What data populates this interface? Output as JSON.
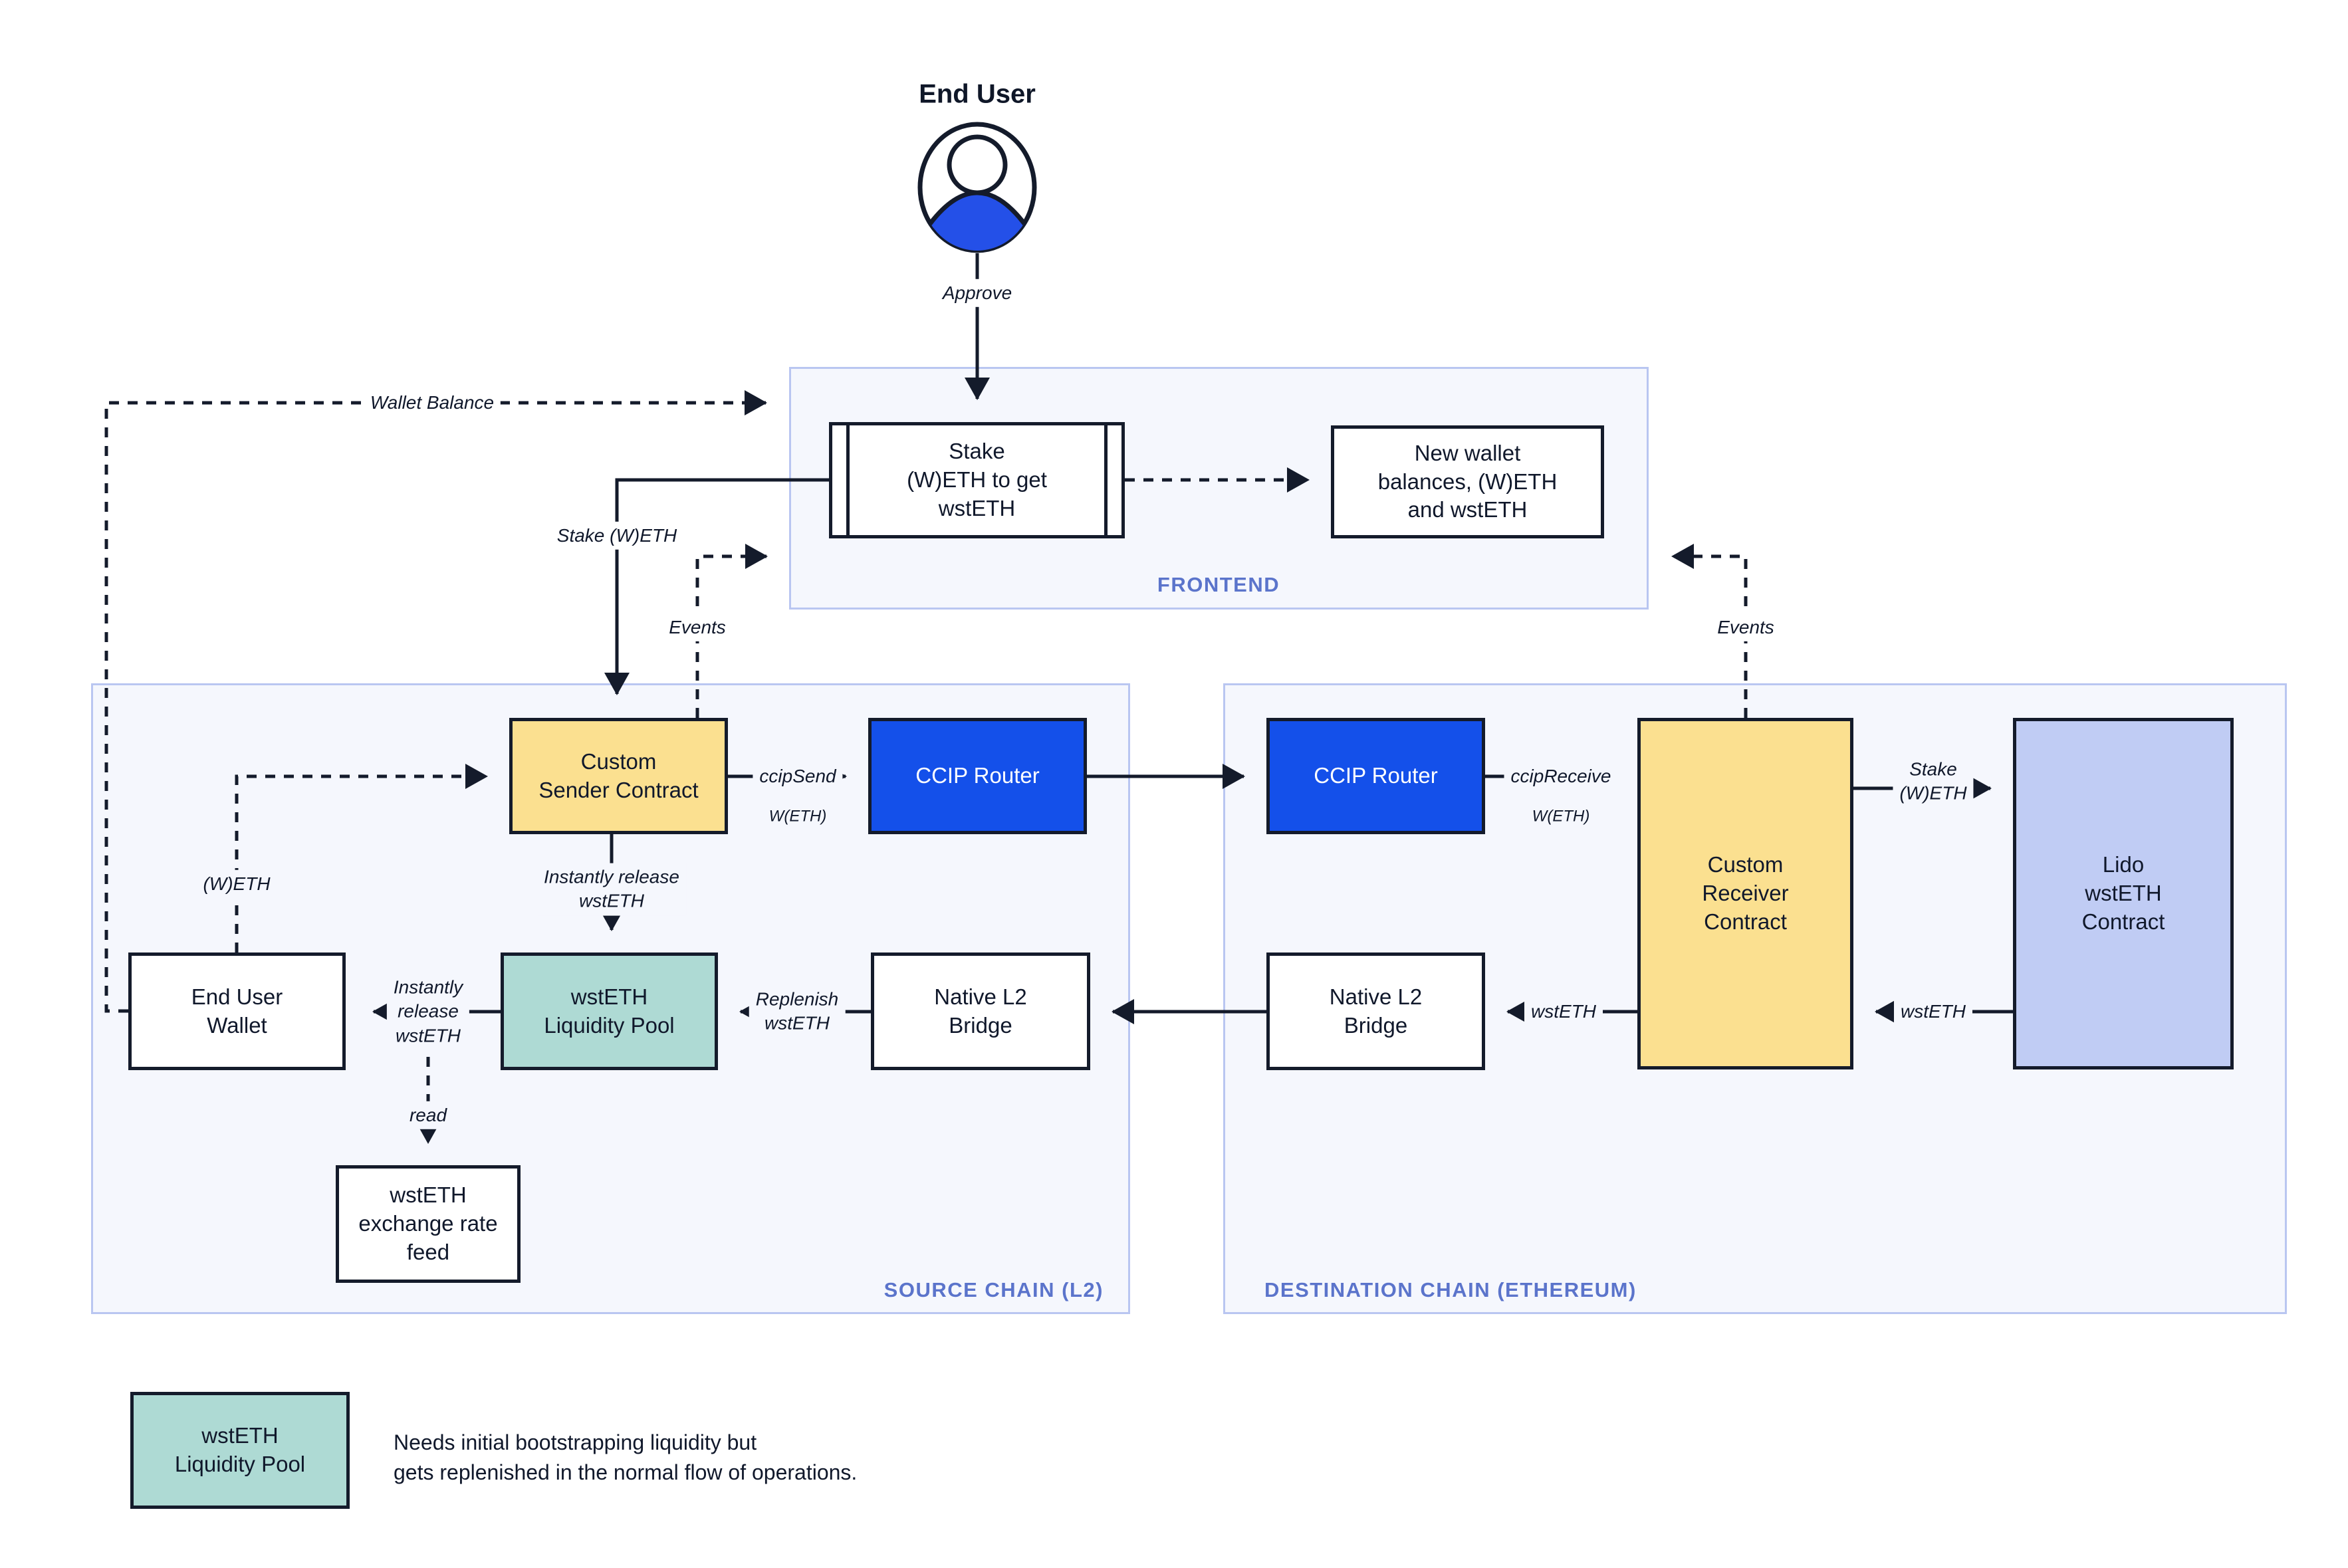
{
  "colors": {
    "background": "#FFFFFF",
    "panel_background": "#F5F7FD",
    "panel_border": "#B9C6F1",
    "panel_label_blue": "#5B74CB",
    "node_border_navy": "#141B2B",
    "node_yellow": "#FBE090",
    "node_blue": "#1450EA",
    "node_teal": "#AEDAD4",
    "node_periwinkle": "#C0CCF4",
    "user_icon_blue": "#2450E8",
    "text_navy": "#10182B"
  },
  "actor": {
    "name": "End User",
    "action": "Approve"
  },
  "frontend": {
    "label": "FRONTEND",
    "stake_box": "Stake\n(W)ETH to get\nwstETH",
    "new_wallet_box": "New wallet\nbalances, (W)ETH\nand wstETH"
  },
  "source_chain": {
    "label": "SOURCE CHAIN (L2)",
    "custom_sender": "Custom\nSender Contract",
    "ccip_router": "CCIP Router",
    "end_user_wallet": "End User\nWallet",
    "liquidity_pool": "wstETH\nLiquidity Pool",
    "native_bridge": "Native L2\nBridge",
    "exchange_rate_feed": "wstETH\nexchange rate\nfeed"
  },
  "destination_chain": {
    "label": "DESTINATION CHAIN (ETHEREUM)",
    "ccip_router": "CCIP Router",
    "custom_receiver": "Custom\nReceiver\nContract",
    "lido_contract": "Lido\nwstETH\nContract",
    "native_bridge": "Native L2\nBridge"
  },
  "edges": {
    "wallet_balance": "Wallet Balance",
    "stake_weth": "Stake (W)ETH",
    "events_left": "Events",
    "events_right": "Events",
    "ccip_send": "ccipSend",
    "ccip_send_token": "W(ETH)",
    "ccip_receive": "ccipReceive",
    "ccip_receive_token": "W(ETH)",
    "stake_weth_lido": "Stake\n(W)ETH",
    "wsteth_from_lido": "wstETH",
    "wsteth_to_bridge": "wstETH",
    "replenish": "Replenish\nwstETH",
    "instantly_release_short": "Instantly release\nwstETH",
    "instantly_release_tall": "Instantly\nrelease\nwstETH",
    "weth_wallet": "(W)ETH",
    "read": "read"
  },
  "legend": {
    "box_label": "wstETH\nLiquidity Pool",
    "note": "Needs initial bootstrapping liquidity but\ngets replenished in the normal flow of operations."
  }
}
